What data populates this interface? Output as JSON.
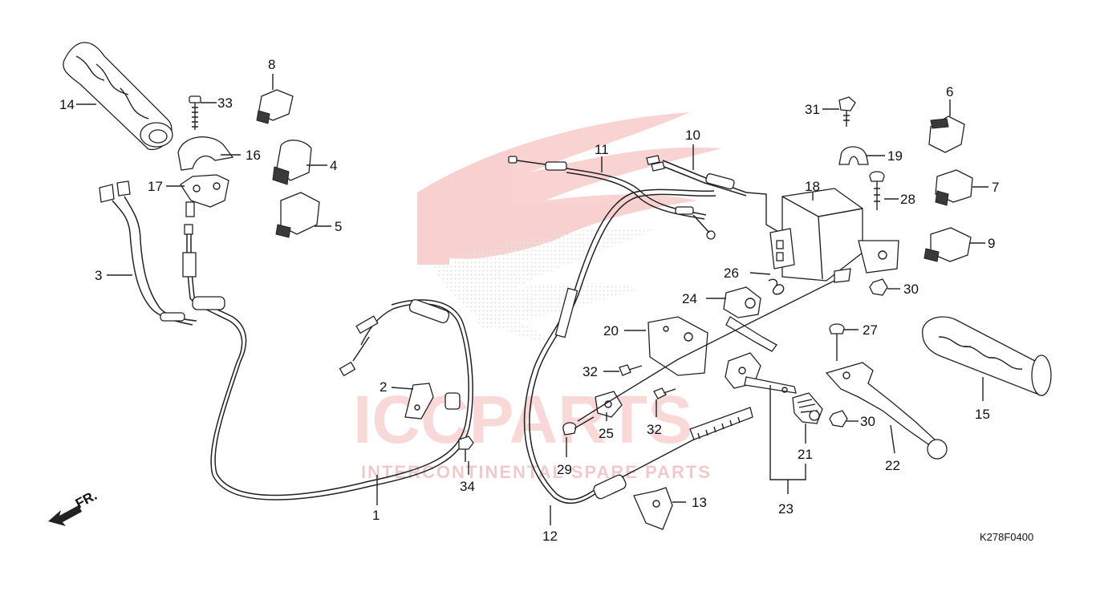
{
  "watermark": {
    "brand": "ICCPARTS",
    "tagline": "INTERCONTINENTAL SPARE PARTS",
    "logo_color": "#e23030"
  },
  "diagram": {
    "code": "K278F0400",
    "direction_label": "FR."
  },
  "parts": [
    {
      "id": "1",
      "label": "1"
    },
    {
      "id": "2",
      "label": "2"
    },
    {
      "id": "3",
      "label": "3"
    },
    {
      "id": "4",
      "label": "4"
    },
    {
      "id": "5",
      "label": "5"
    },
    {
      "id": "6",
      "label": "6"
    },
    {
      "id": "7",
      "label": "7"
    },
    {
      "id": "8",
      "label": "8"
    },
    {
      "id": "9",
      "label": "9"
    },
    {
      "id": "10",
      "label": "10"
    },
    {
      "id": "11",
      "label": "11"
    },
    {
      "id": "12",
      "label": "12"
    },
    {
      "id": "13",
      "label": "13"
    },
    {
      "id": "14",
      "label": "14"
    },
    {
      "id": "15",
      "label": "15"
    },
    {
      "id": "16",
      "label": "16"
    },
    {
      "id": "17",
      "label": "17"
    },
    {
      "id": "18",
      "label": "18"
    },
    {
      "id": "19",
      "label": "19"
    },
    {
      "id": "20",
      "label": "20"
    },
    {
      "id": "21",
      "label": "21"
    },
    {
      "id": "22",
      "label": "22"
    },
    {
      "id": "23",
      "label": "23"
    },
    {
      "id": "24",
      "label": "24"
    },
    {
      "id": "25",
      "label": "25"
    },
    {
      "id": "26",
      "label": "26"
    },
    {
      "id": "27",
      "label": "27"
    },
    {
      "id": "28",
      "label": "28"
    },
    {
      "id": "29",
      "label": "29"
    },
    {
      "id": "30a",
      "label": "30"
    },
    {
      "id": "30b",
      "label": "30"
    },
    {
      "id": "31",
      "label": "31"
    },
    {
      "id": "32a",
      "label": "32"
    },
    {
      "id": "32b",
      "label": "32"
    },
    {
      "id": "33",
      "label": "33"
    },
    {
      "id": "34",
      "label": "34"
    }
  ]
}
